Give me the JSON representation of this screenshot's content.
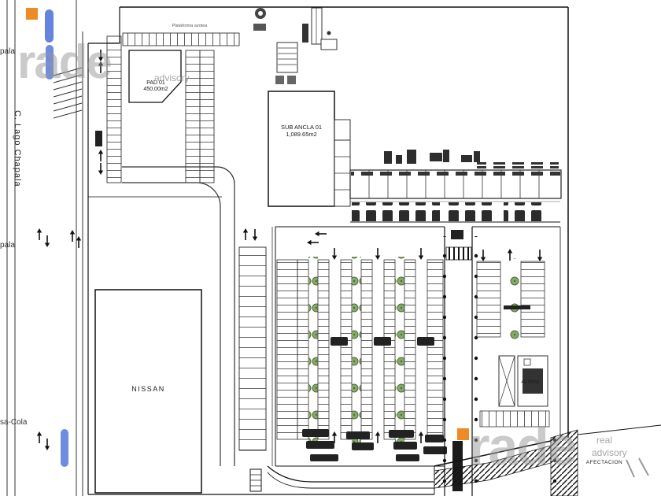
{
  "watermarks": {
    "top": {
      "brand": "rade",
      "tagline": "advisory"
    },
    "bottom": {
      "brand": "rade",
      "tagline_line1": "real",
      "tagline_line2": "advisory"
    }
  },
  "street": {
    "name": "C. Lago Chapala",
    "fragment_top": "pala",
    "fragment_middle": "pala",
    "fragment_bottom": "sa-Cola"
  },
  "labels": {
    "pad01_name": "PAD 01",
    "pad01_area": "450.00m2",
    "sub_ancla_name": "SUB ANCLA 01",
    "sub_ancla_area": "1,089.65m2",
    "nissan": "NISSAN",
    "roof_note": "Plataforma azotea",
    "service_area": "40.00m2",
    "afectacion": "AFECTACION"
  },
  "colors": {
    "line": "#1a1a1a",
    "tree_fill": "#86a96b",
    "tree_stroke": "#4e6b3a",
    "accent_orange": "#f08a24",
    "accent_blue": "#4a6fd8",
    "watermark_gray": "#969696"
  }
}
